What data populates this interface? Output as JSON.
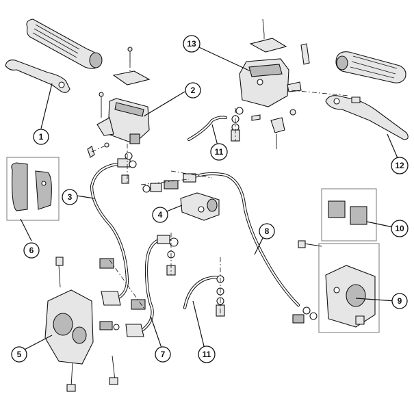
{
  "callouts": [
    {
      "id": "1",
      "text": "1"
    },
    {
      "id": "2",
      "text": "2"
    },
    {
      "id": "3",
      "text": "3"
    },
    {
      "id": "4",
      "text": "4"
    },
    {
      "id": "5",
      "text": "5"
    },
    {
      "id": "6",
      "text": "6"
    },
    {
      "id": "7",
      "text": "7"
    },
    {
      "id": "8",
      "text": "8"
    },
    {
      "id": "9",
      "text": "9"
    },
    {
      "id": "10",
      "text": "10"
    },
    {
      "id": "11a",
      "text": "11"
    },
    {
      "id": "11b",
      "text": "11"
    },
    {
      "id": "12",
      "text": "12"
    },
    {
      "id": "13",
      "text": "13"
    }
  ],
  "colors": {
    "line": "#111111",
    "fill_light": "#e6e6e6",
    "fill_dark": "#b9b9b9",
    "box": "#777777"
  }
}
